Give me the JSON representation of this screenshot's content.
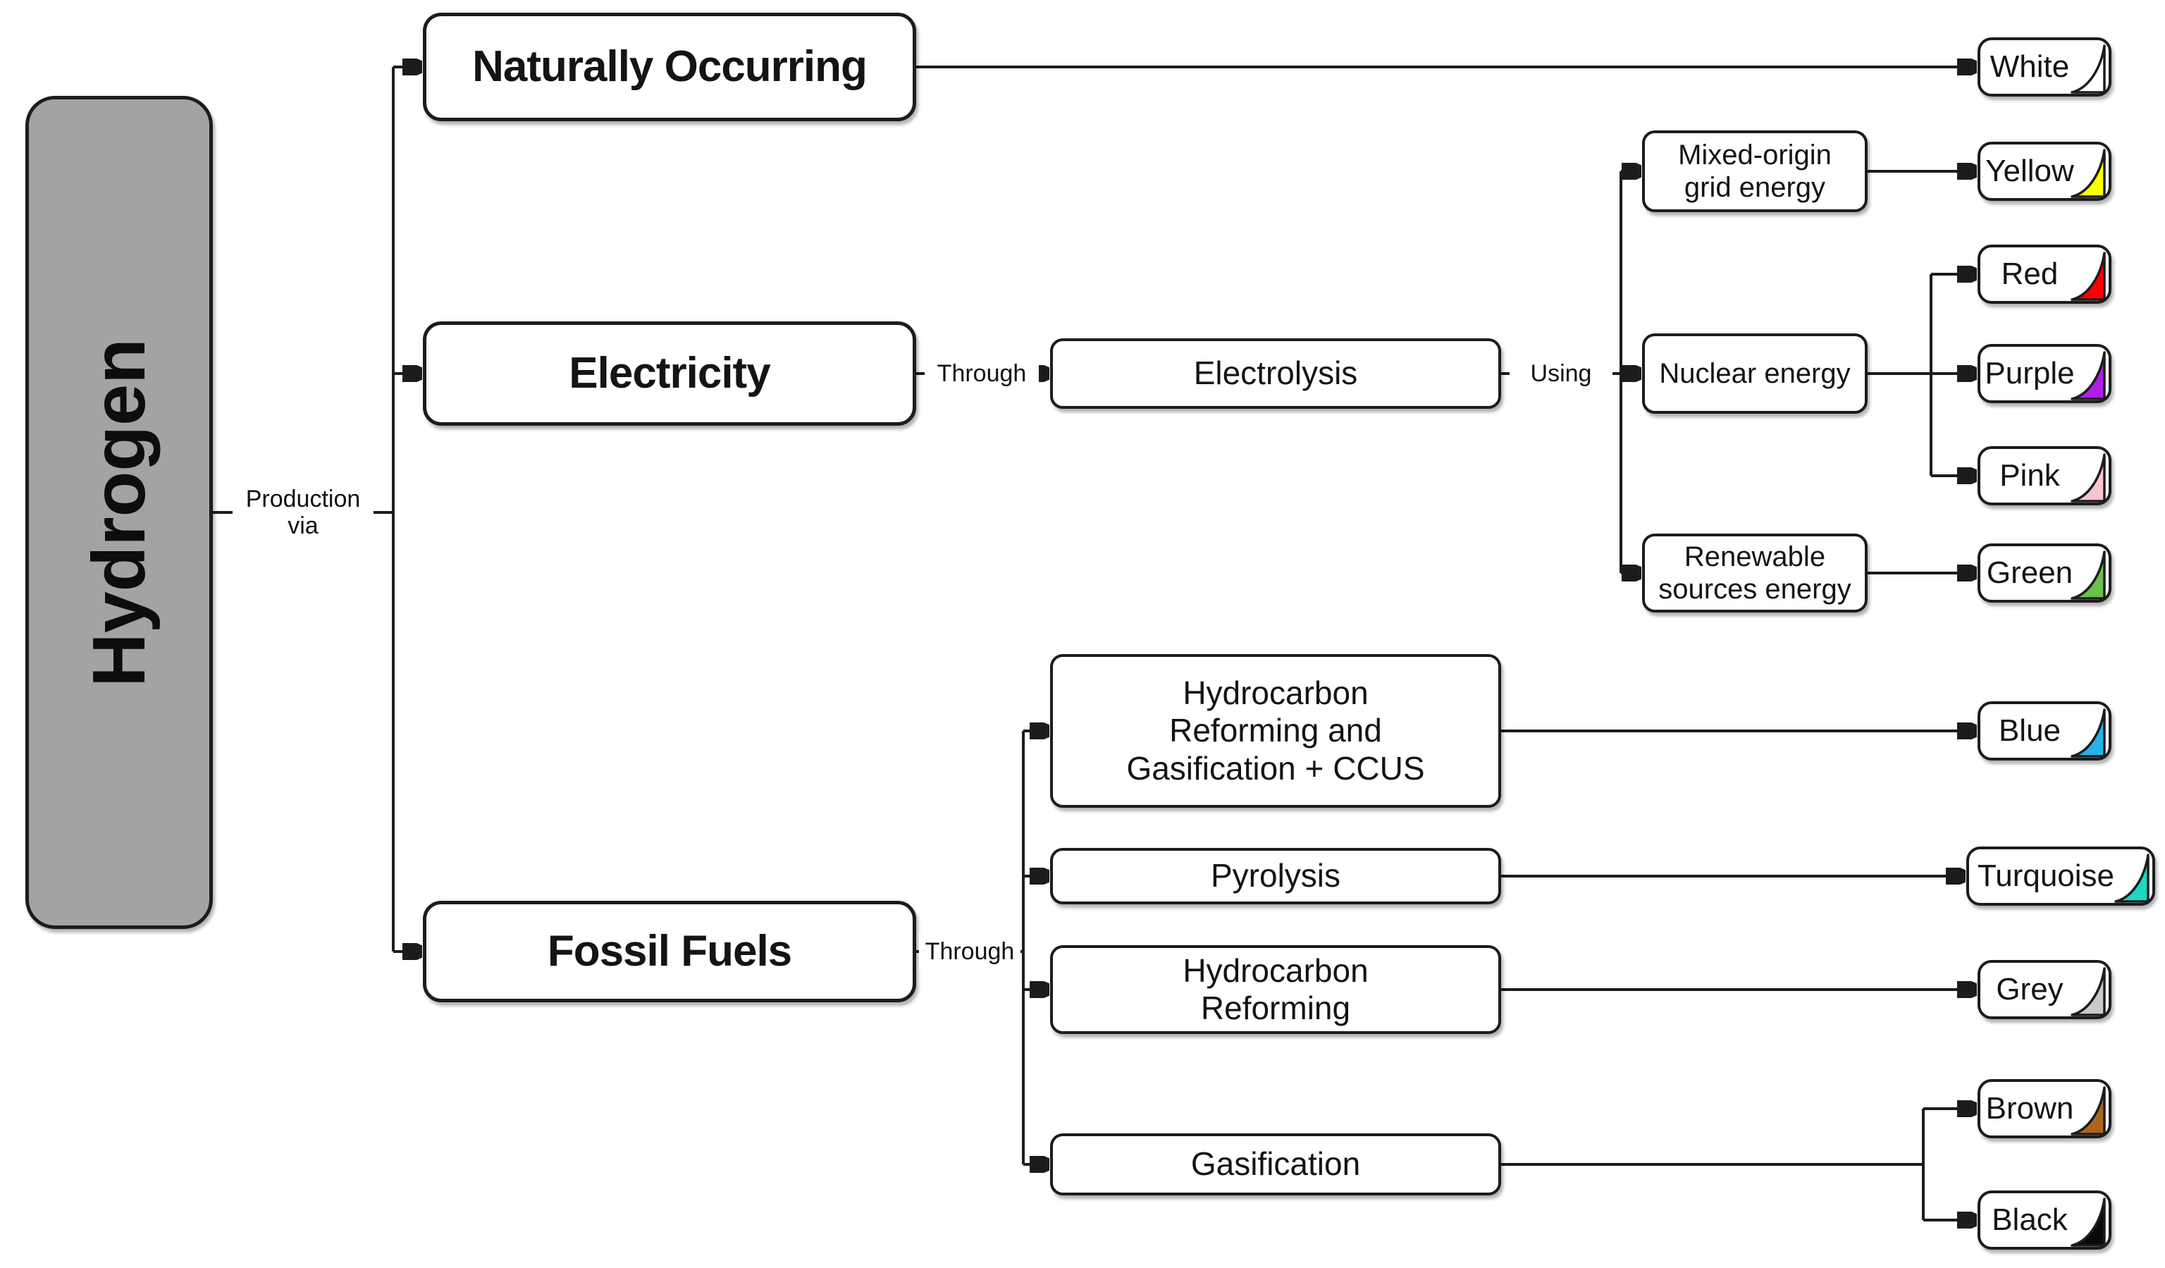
{
  "root": {
    "label": "Hydrogen"
  },
  "connector_labels": {
    "production_via": "Production\nvia",
    "through_electricity": "Through",
    "using": "Using",
    "through_fossil": "Through"
  },
  "sources": {
    "naturally_occurring": "Naturally Occurring",
    "electricity": "Electricity",
    "fossil_fuels": "Fossil Fuels"
  },
  "processes": {
    "electrolysis": "Electrolysis",
    "hrg_ccus": "Hydrocarbon\nReforming and\nGasification + CCUS",
    "pyrolysis": "Pyrolysis",
    "hydrocarbon_reforming": "Hydrocarbon\nReforming",
    "gasification": "Gasification"
  },
  "energy_sources": {
    "mixed_origin": "Mixed-origin\ngrid energy",
    "nuclear": "Nuclear energy",
    "renewable": "Renewable\nsources energy"
  },
  "hydrogen_colors": [
    {
      "name": "White",
      "hex": "#ffffff"
    },
    {
      "name": "Yellow",
      "hex": "#ffff00"
    },
    {
      "name": "Red",
      "hex": "#ff0000"
    },
    {
      "name": "Purple",
      "hex": "#b01ee8"
    },
    {
      "name": "Pink",
      "hex": "#f8c4cf"
    },
    {
      "name": "Green",
      "hex": "#68c149"
    },
    {
      "name": "Blue",
      "hex": "#27b1e8"
    },
    {
      "name": "Turquoise",
      "hex": "#1dd8c2"
    },
    {
      "name": "Grey",
      "hex": "#c9c9c9"
    },
    {
      "name": "Brown",
      "hex": "#af641e"
    },
    {
      "name": "Black",
      "hex": "#0a0a0a"
    }
  ],
  "palette": {
    "node_border": "#1c1c1c",
    "root_fill": "#a3a3a3",
    "background": "#ffffff"
  }
}
